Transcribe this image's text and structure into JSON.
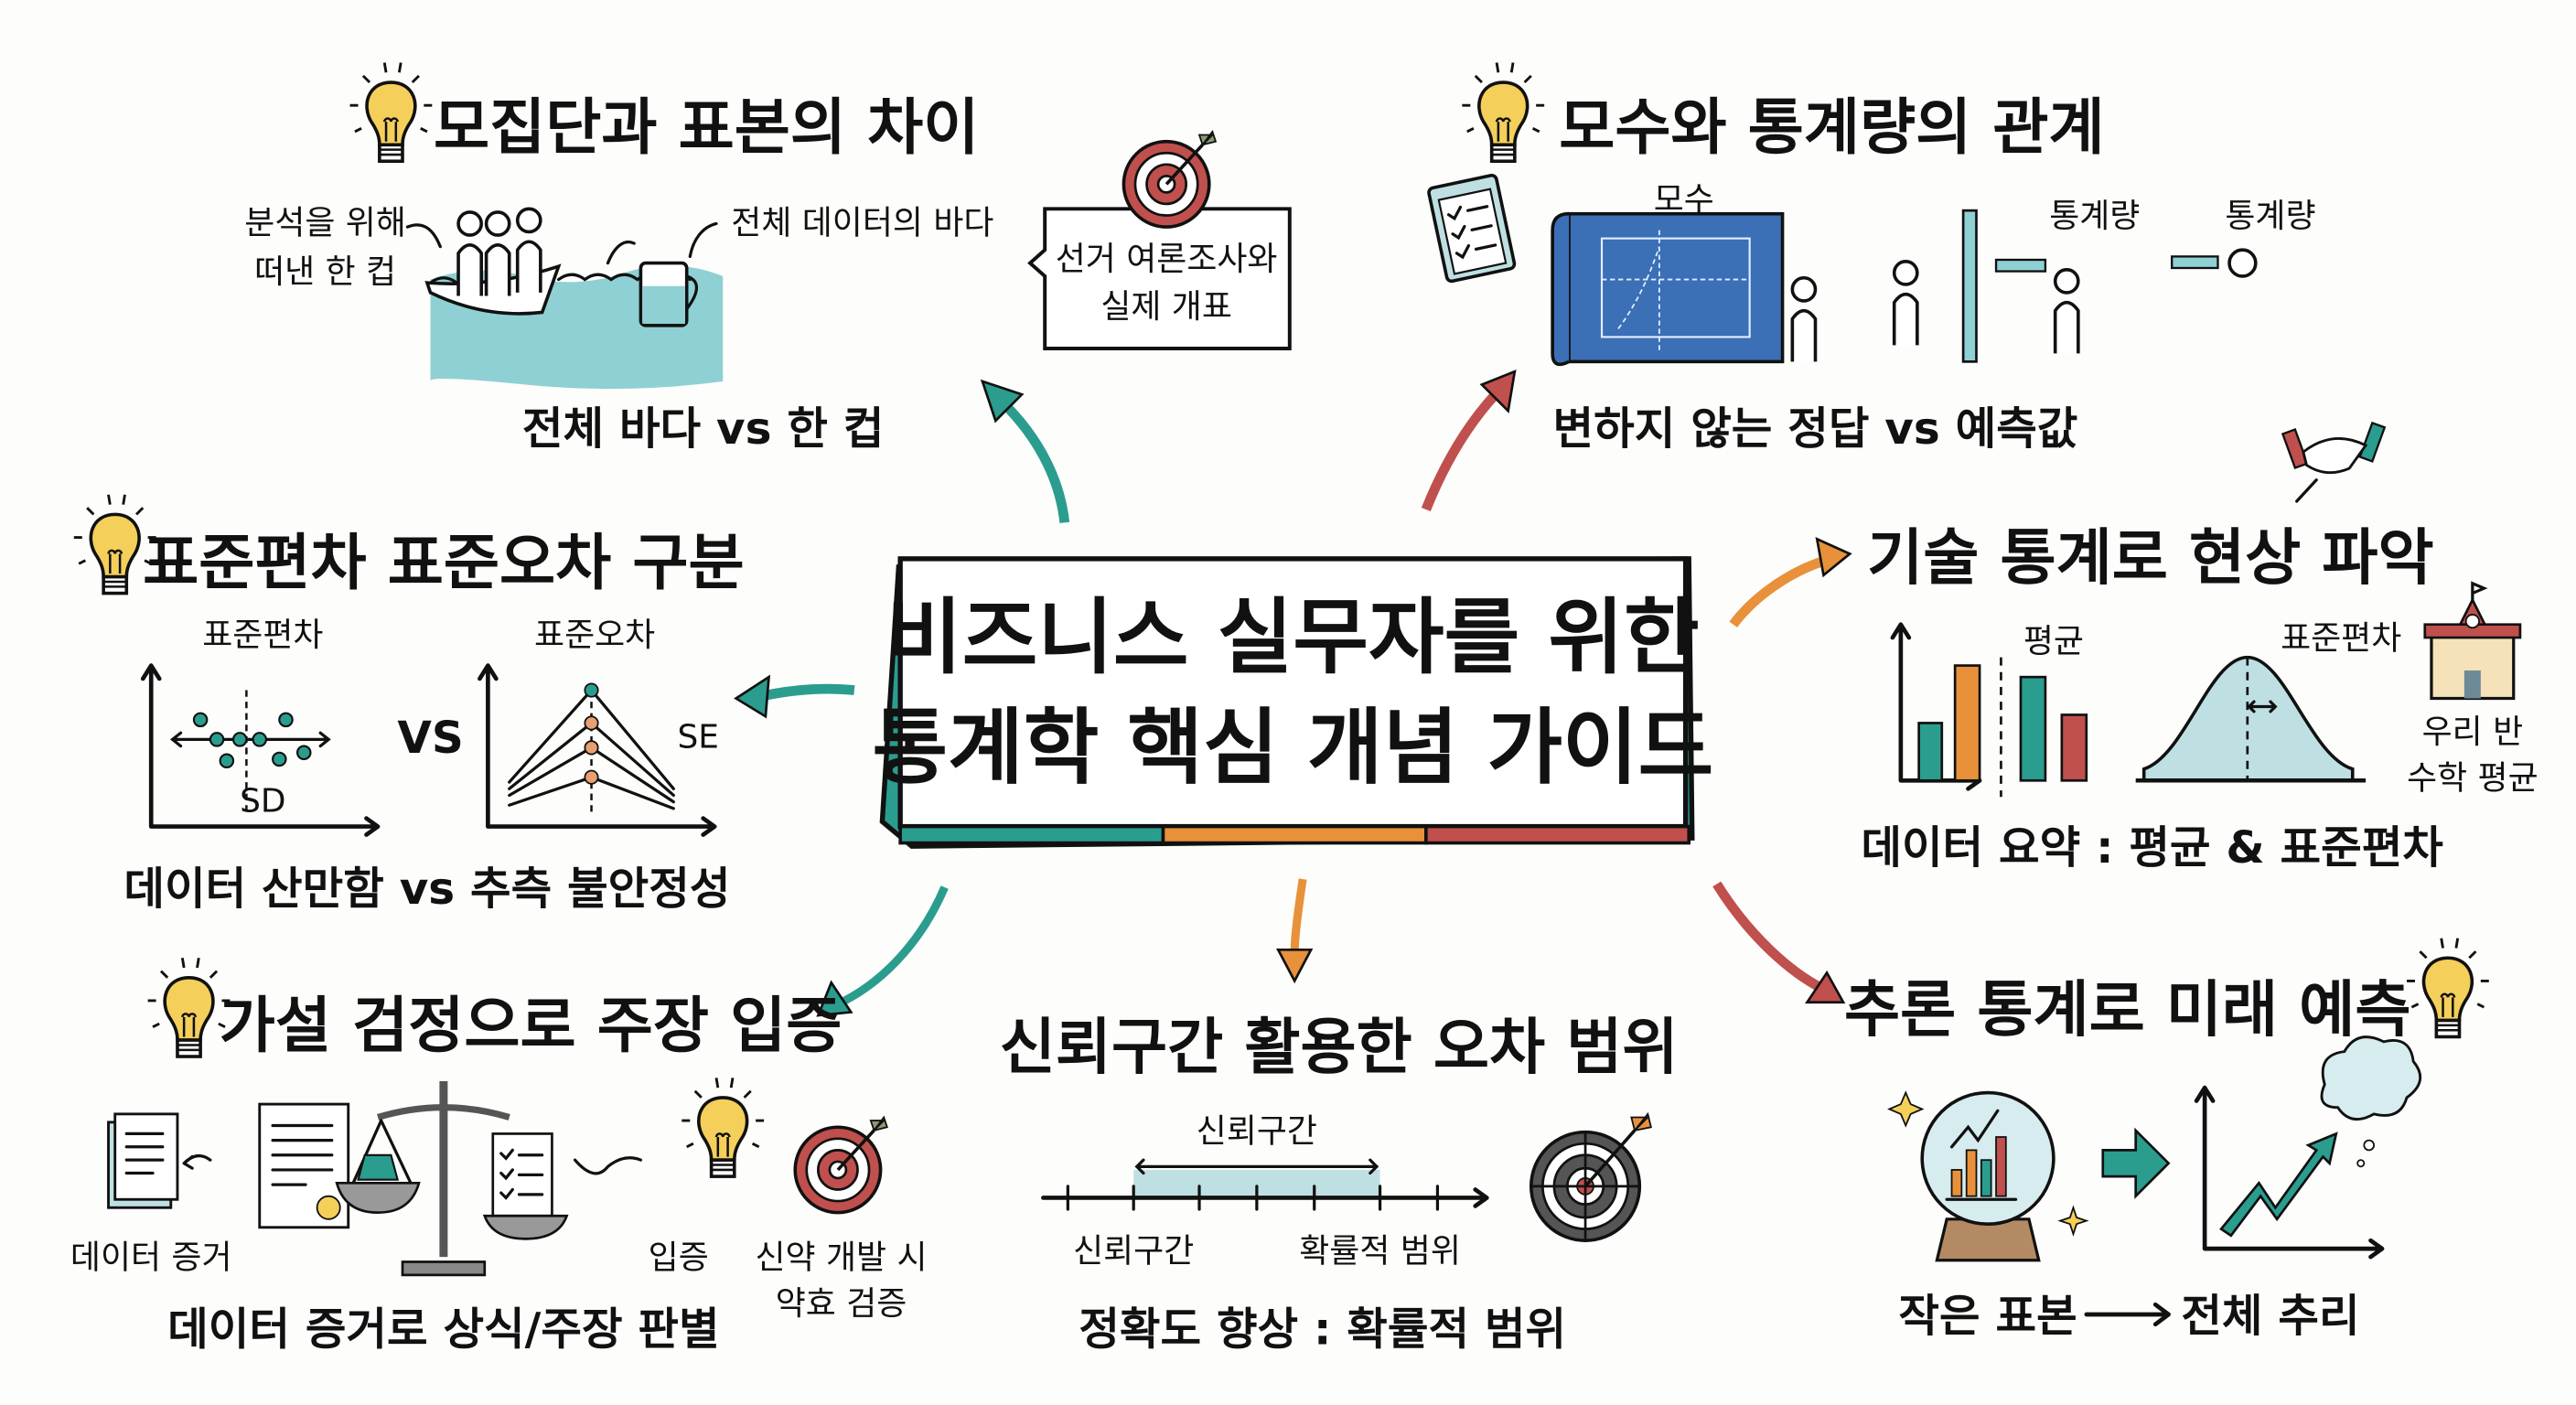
{
  "center": {
    "line1": "비즈니스 실무자를 위한",
    "line2": "통계학 핵심 개념 가이드"
  },
  "colors": {
    "teal": "#2a9d8f",
    "orange": "#e8913a",
    "red": "#c0504d",
    "bulb": "#f4cf5a",
    "sea": "#8fd0d4",
    "blueprint": "#3b6fb6"
  },
  "sections": {
    "population": {
      "title": "모집단과 표본의 차이",
      "cup_label_1": "분석을 위해",
      "cup_label_2": "떠낸 한 컵",
      "sea_label": "전체 데이터의 바다",
      "example_1": "선거 여론조사와",
      "example_2": "실제 개표",
      "summary": "전체 바다 vs 한 컵"
    },
    "parameter": {
      "title": "모수와 통계량의 관계",
      "param_label": "모수",
      "stat_label_1": "통계량",
      "stat_label_2": "통계량",
      "summary": "변하지 않는 정답 vs 예측값"
    },
    "descriptive": {
      "title": "기술 통계로 현상 파악",
      "mean_label": "평균",
      "sd_label": "표준편차",
      "example_1": "우리 반",
      "example_2": "수학 평균",
      "summary": "데이터 요약 : 평균 & 표준편차"
    },
    "sd_se": {
      "title": "표준편차 표준오차 구분",
      "sd_title": "표준편차",
      "sd_abbr": "SD",
      "vs": "VS",
      "se_title": "표준오차",
      "se_abbr": "SE",
      "summary": "데이터 산만함 vs 추측 불안정성"
    },
    "hypothesis": {
      "title": "가설 검정으로 주장 입증",
      "evidence_label": "데이터 증거",
      "prove_label": "입증",
      "example_1": "신약 개발 시",
      "example_2": "약효 검증",
      "summary": "데이터 증거로 상식/주장 판별"
    },
    "confidence": {
      "title": "신뢰구간 활용한 오차 범위",
      "interval_top": "신뢰구간",
      "interval_left": "신뢰구간",
      "range_label": "확률적 범위",
      "summary": "정확도 향상 : 확률적 범위"
    },
    "inferential": {
      "title": "추론 통계로 미래 예측",
      "summary_from": "작은 표본",
      "summary_to": "전체 추리"
    }
  }
}
